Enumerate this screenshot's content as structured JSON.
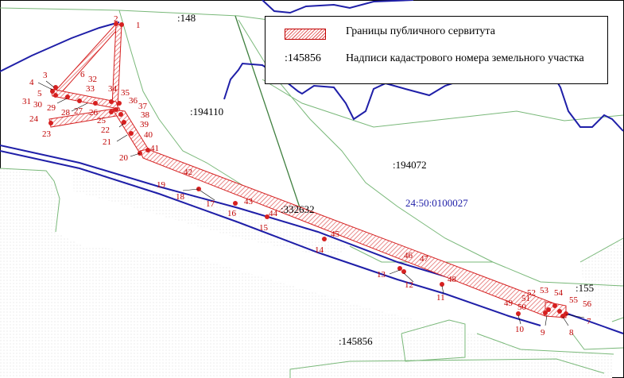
{
  "legend": {
    "boundary_label": "Границы публичного сервитута",
    "cadastral_code_example": ":145856",
    "cadastral_label": "Надписи кадастрового номера земельного участка"
  },
  "colors": {
    "easement_red": "#d62020",
    "road_blue": "#1f1fa8",
    "parcel_green": "#79b879",
    "hatch": "#e05a5a"
  },
  "parcels": {
    "p148": ":148",
    "p194110": ":194110",
    "p194072": ":194072",
    "p332632": ":332632",
    "p155": ":155",
    "p145856": ":145856",
    "quarter": "24:50:0100027"
  },
  "points": [
    "1",
    "2",
    "3",
    "4",
    "5",
    "6",
    "7",
    "8",
    "9",
    "10",
    "11",
    "12",
    "13",
    "14",
    "15",
    "16",
    "17",
    "18",
    "19",
    "20",
    "21",
    "22",
    "23",
    "24",
    "25",
    "26",
    "27",
    "28",
    "29",
    "30",
    "31",
    "32",
    "33",
    "34",
    "35",
    "36",
    "37",
    "38",
    "39",
    "40",
    "41",
    "42",
    "43",
    "44",
    "45",
    "46",
    "47",
    "48",
    "49",
    "50",
    "51",
    "52",
    "53",
    "54",
    "55",
    "56"
  ]
}
